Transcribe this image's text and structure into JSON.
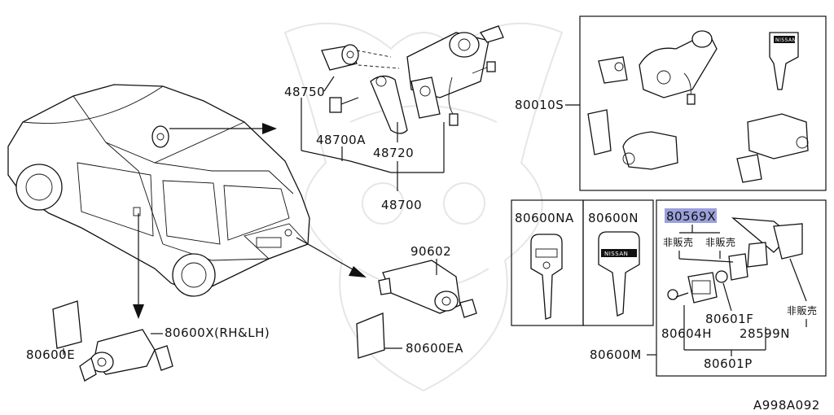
{
  "labels": {
    "p48750": "48750",
    "p48700a": "48700A",
    "p48720": "48720",
    "p48700": "48700",
    "p80010s": "80010S",
    "p90602": "90602",
    "p80600x": "80600X(RH&LH)",
    "p80600e": "80600E",
    "p80600ea": "80600EA",
    "p80600na": "80600NA",
    "p80600n": "80600N",
    "p80569x": "80569X",
    "hanbai1": "非販売",
    "hanbai2": "非販売",
    "hanbai3": "非販売",
    "p80601f": "80601F",
    "p80604h": "80604H",
    "p28599n": "28599N",
    "p80601p": "80601P",
    "p80600m": "80600M",
    "ref": "A998A092",
    "key_brand": "NISSAN"
  },
  "colors": {
    "line": "#111111",
    "highlight": "#9aa0dc",
    "watermark": "#e6e6e6"
  }
}
